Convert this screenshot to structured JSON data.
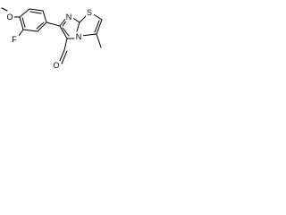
{
  "atoms": {
    "methoxy_o": "O",
    "fluoro": "F",
    "aldehyde_o": "O",
    "ring_n_top": "N",
    "ring_s": "S",
    "ring_n_bridge": "N"
  }
}
